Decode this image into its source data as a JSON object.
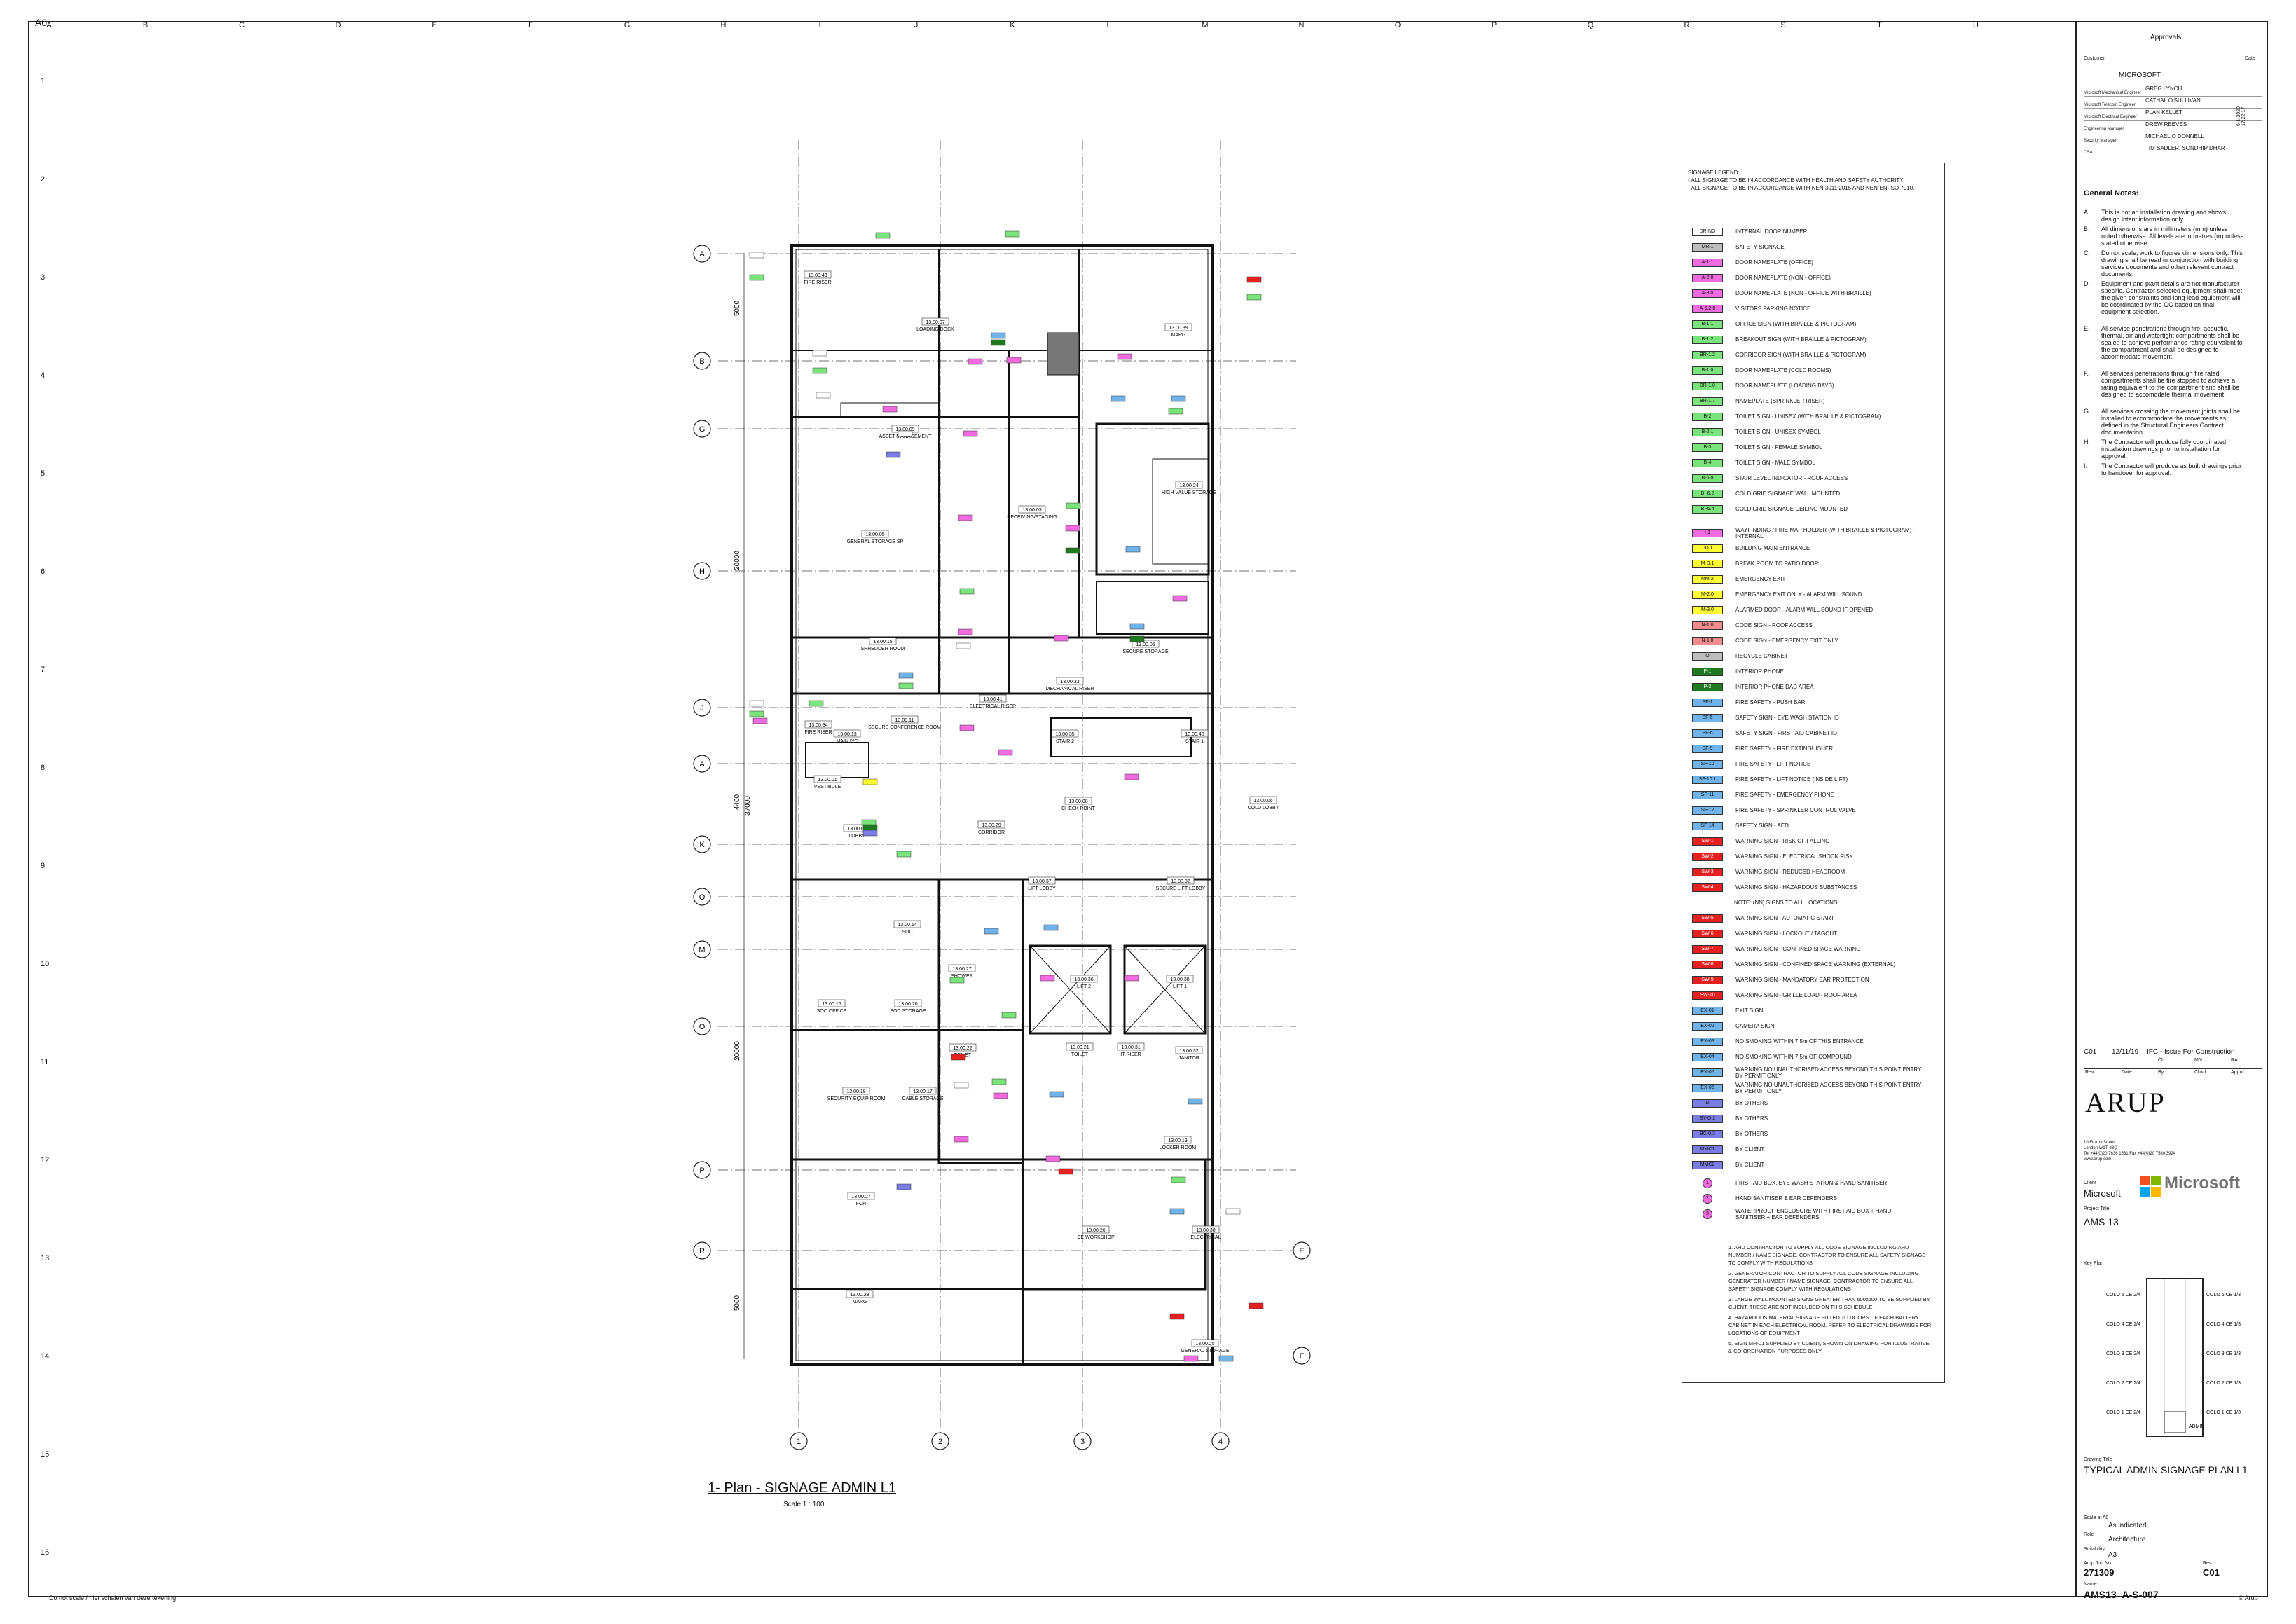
{
  "sheet": {
    "size": "A0",
    "col_labels": [
      "A",
      "B",
      "C",
      "D",
      "E",
      "F",
      "G",
      "H",
      "I",
      "J",
      "K",
      "L",
      "M",
      "N",
      "O",
      "P",
      "Q",
      "R",
      "S",
      "T",
      "U"
    ],
    "row_labels": [
      "1",
      "2",
      "3",
      "4",
      "5",
      "6",
      "7",
      "8",
      "9",
      "10",
      "11",
      "12",
      "13",
      "14",
      "15",
      "16"
    ],
    "footer_left": "Do not scale / niet schalen van deze tekening",
    "footer_right": "© Arup"
  },
  "plan": {
    "title": "1- Plan - SIGNAGE ADMIN L1",
    "scale": "Scale  1 : 100",
    "grid_rows_left": [
      "A",
      "B",
      "G",
      "H",
      "J",
      "A",
      "K",
      "O",
      "M",
      "O",
      "P",
      "R"
    ],
    "grid_rows_right": [
      "E",
      "F"
    ],
    "grid_cols": [
      "1",
      "2",
      "3",
      "4"
    ],
    "dims": [
      "5000",
      "20000",
      "4400",
      "37000",
      "20000",
      "5000"
    ],
    "rooms": [
      {
        "id": "13.00.43",
        "name": "FIRE RISER"
      },
      {
        "id": "13.00.07",
        "name": "LOADING DOCK"
      },
      {
        "id": "13.00.39",
        "name": "MARG"
      },
      {
        "id": "13.00.09",
        "name": "ASSET MANAGEMENT"
      },
      {
        "id": "13.00.24",
        "name": "HIGH VALUE STORAGE"
      },
      {
        "id": "13.00.03",
        "name": "RECEIVING/STAGING"
      },
      {
        "id": "13.00.05",
        "name": "GENERAL STORAGE SP"
      },
      {
        "id": "13.00.15",
        "name": "SHREDDER ROOM"
      },
      {
        "id": "13.00.05",
        "name": "SECURE STORAGE"
      },
      {
        "id": "13.00.33",
        "name": "MECHANICAL RISER"
      },
      {
        "id": "13.00.34",
        "name": "FIRE RISER"
      },
      {
        "id": "13.00.13",
        "name": "MAIN IYC"
      },
      {
        "id": "13.00.11",
        "name": "SECURE CONFERENCE ROOM"
      },
      {
        "id": "13.00.35",
        "name": "STAIR 2"
      },
      {
        "id": "13.00.40",
        "name": "STAIR 1"
      },
      {
        "id": "13.00.01",
        "name": "VESTIBULE"
      },
      {
        "id": "13.00.02",
        "name": "LOBBY"
      },
      {
        "id": "13.00.08",
        "name": "CHECK POINT"
      },
      {
        "id": "13.00.29",
        "name": "CORRIDOR"
      },
      {
        "id": "13.00.06",
        "name": "COLD LOBBY"
      },
      {
        "id": "13.00.37",
        "name": "LIFT LOBBY"
      },
      {
        "id": "13.00.32",
        "name": "SECURE LIFT LOBBY"
      },
      {
        "id": "13.00.14",
        "name": "SOC"
      },
      {
        "id": "13.00.27",
        "name": "SHOWER"
      },
      {
        "id": "13.00.16",
        "name": "SOC OFFICE"
      },
      {
        "id": "13.00.20",
        "name": "SOC STORAGE"
      },
      {
        "id": "13.00.36",
        "name": "LIFT 2"
      },
      {
        "id": "13.00.38",
        "name": "LIFT 1"
      },
      {
        "id": "13.00.22",
        "name": "TOILET"
      },
      {
        "id": "13.00.21",
        "name": "TOILET"
      },
      {
        "id": "13.00.31",
        "name": "IT RISER"
      },
      {
        "id": "13.00.32",
        "name": "JANITOR"
      },
      {
        "id": "13.00.18",
        "name": "SECURITY EQUIP ROOM"
      },
      {
        "id": "13.00.17",
        "name": "CABLE STORAGE"
      },
      {
        "id": "13.00.19",
        "name": "LOCKER ROOM"
      },
      {
        "id": "13.00.27",
        "name": "FCR"
      },
      {
        "id": "13.00.26",
        "name": "CE WORKSHOP"
      },
      {
        "id": "13.00.30",
        "name": "ELECTRICAL"
      },
      {
        "id": "13.00.28",
        "name": "MARG"
      },
      {
        "id": "13.00.25",
        "name": "GENERAL STORAGE"
      },
      {
        "id": "13.00.41",
        "name": "ELECTRICAL RISER"
      }
    ]
  },
  "legend": {
    "heading": "SIGNAGE LEGEND:",
    "notes": [
      "- ALL SIGNAGE TO BE IN ACCORDANCE WITH HEALTH AND SAFETY AUTHORITY",
      "- ALL SIGNAGE TO BE IN ACCORDANCE WITH NEN 3011:2015 AND NEN-EN-ISO 7010."
    ],
    "items": [
      {
        "code": "DR-NO",
        "label": "INTERNAL DOOR NUMBER",
        "color": "#ffffff"
      },
      {
        "code": "MR-1",
        "label": "SAFETY SIGNAGE",
        "color": "#bdbdbd"
      },
      {
        "code": "A-1.1",
        "label": "DOOR NAMEPLATE (OFFICE)",
        "color": "#f06be0"
      },
      {
        "code": "A-2.0",
        "label": "DOOR NAMEPLATE (NON - OFFICE)",
        "color": "#f06be0"
      },
      {
        "code": "A-3.0",
        "label": "DOOR NAMEPLATE (NON - OFFICE WITH BRAILLE)",
        "color": "#f06be0"
      },
      {
        "code": "A-5.2.0",
        "label": "VISITORS PARKING NOTICE",
        "color": "#f06be0"
      },
      {
        "code": "B-1.1",
        "label": "OFFICE SIGN (WITH BRAILLE & PICTOGRAM)",
        "color": "#7be37b"
      },
      {
        "code": "B-1.2",
        "label": "BREAKOUT SIGN (WITH BRAILLE & PICTOGRAM)",
        "color": "#7be37b"
      },
      {
        "code": "BR-1.2",
        "label": "CORRIDOR SIGN (WITH BRAILLE & PICTOGRAM)",
        "color": "#7be37b"
      },
      {
        "code": "B-1.0",
        "label": "DOOR NAMEPLATE (COLD ROOMS)",
        "color": "#7be37b"
      },
      {
        "code": "BR-1.0",
        "label": "DOOR NAMEPLATE (LOADING BAYS)",
        "color": "#7be37b"
      },
      {
        "code": "BR-1.7",
        "label": "NAMEPLATE (SPRINKLER RISER)",
        "color": "#7be37b"
      },
      {
        "code": "B-2",
        "label": "TOILET SIGN - UNISEX (WITH BRAILLE & PICTOGRAM)",
        "color": "#7be37b"
      },
      {
        "code": "B-2.1",
        "label": "TOILET SIGN - UNISEX SYMBOL",
        "color": "#7be37b"
      },
      {
        "code": "B-3",
        "label": "TOILET SIGN - FEMALE SYMBOL",
        "color": "#7be37b"
      },
      {
        "code": "B-4",
        "label": "TOILET SIGN - MALE SYMBOL",
        "color": "#7be37b"
      },
      {
        "code": "B-6.0",
        "label": "STAIR LEVEL INDICATOR - ROOF ACCESS",
        "color": "#7be37b"
      },
      {
        "code": "BI-6.2",
        "label": "COLD GRID SIGNAGE WALL MOUNTED",
        "color": "#7be37b"
      },
      {
        "code": "BI-6.4",
        "label": "COLD GRID SIGNAGE CEILING MOUNTED",
        "color": "#7be37b"
      },
      {
        "code": "I-1",
        "label": "WAYFINDING / FIRE MAP HOLDER (WITH BRAILLE & PICTOGRAM) - INTERNAL",
        "color": "#f06be0"
      },
      {
        "code": "I-D.1",
        "label": "BUILDING MAIN ENTRANCE",
        "color": "#ffff33"
      },
      {
        "code": "M-D.1",
        "label": "BREAK ROOM TO PATIO DOOR",
        "color": "#ffff33"
      },
      {
        "code": "MM-2",
        "label": "EMERGENCY EXIT",
        "color": "#ffff33"
      },
      {
        "code": "M-2.0",
        "label": "EMERGENCY EXIT ONLY - ALARM WILL SOUND",
        "color": "#ffff33"
      },
      {
        "code": "M-3.0",
        "label": "ALARMED DOOR - ALARM WILL SOUND IF OPENED",
        "color": "#ffff33"
      },
      {
        "code": "N-1.0",
        "label": "CODE SIGN - ROOF ACCESS",
        "color": "#f28b8b"
      },
      {
        "code": "N-1.0",
        "label": "CODE SIGN - EMERGENCY EXIT ONLY",
        "color": "#f28b8b"
      },
      {
        "code": "O",
        "label": "RECYCLE CABINET",
        "color": "#bdbdbd"
      },
      {
        "code": "P-1",
        "label": "INTERIOR PHONE",
        "color": "#1f7a1f"
      },
      {
        "code": "P-2",
        "label": "INTERIOR PHONE DAC AREA",
        "color": "#1f7a1f"
      },
      {
        "code": "SF-1",
        "label": "FIRE SAFETY - PUSH BAR",
        "color": "#6fb3ea"
      },
      {
        "code": "SF-5",
        "label": "SAFETY SIGN - EYE WASH STATION ID",
        "color": "#6fb3ea"
      },
      {
        "code": "SF-6",
        "label": "SAFETY SIGN - FIRST AID CABINET ID",
        "color": "#6fb3ea"
      },
      {
        "code": "SF-9",
        "label": "FIRE SAFETY - FIRE EXTINGUISHER",
        "color": "#6fb3ea"
      },
      {
        "code": "SF-10",
        "label": "FIRE SAFETY - LIFT NOTICE",
        "color": "#6fb3ea"
      },
      {
        "code": "SF-10.1",
        "label": "FIRE SAFETY - LIFT NOTICE (INSIDE LIFT)",
        "color": "#6fb3ea"
      },
      {
        "code": "SF-11",
        "label": "FIRE SAFETY - EMERGENCY PHONE",
        "color": "#6fb3ea"
      },
      {
        "code": "SF-12",
        "label": "FIRE SAFETY - SPRINKLER CONTROL VALVE",
        "color": "#6fb3ea"
      },
      {
        "code": "SF-14",
        "label": "SAFETY SIGN - AED",
        "color": "#6fb3ea"
      },
      {
        "code": "SW-1",
        "label": "WARNING SIGN - RISK OF FALLING",
        "color": "#e62020"
      },
      {
        "code": "SW-2",
        "label": "WARNING SIGN - ELECTRICAL SHOCK RISK",
        "color": "#e62020"
      },
      {
        "code": "SW-3",
        "label": "WARNING SIGN - REDUCED HEADROOM",
        "color": "#e62020"
      },
      {
        "code": "SW-4",
        "label": "WARNING SIGN - HAZARDOUS SUBSTANCES",
        "color": "#e62020"
      },
      {
        "code": "",
        "label": "NOTE: (NN) SIGNS TO ALL LOCATIONS",
        "color": ""
      },
      {
        "code": "SW-5",
        "label": "WARNING SIGN - AUTOMATIC START",
        "color": "#e62020"
      },
      {
        "code": "SW-6",
        "label": "WARNING SIGN - LOCKOUT / TAGOUT",
        "color": "#e62020"
      },
      {
        "code": "SW-7",
        "label": "WARNING SIGN - CONFINED SPACE WARNING",
        "color": "#e62020"
      },
      {
        "code": "SW-8",
        "label": "WARNING SIGN - CONFINED SPACE WARNING (EXTERNAL)",
        "color": "#e62020"
      },
      {
        "code": "SW-9",
        "label": "WARNING SIGN - MANDATORY EAR PROTECTION",
        "color": "#e62020"
      },
      {
        "code": "SW-10",
        "label": "WARNING SIGN - GRILLE LOAD - ROOF AREA",
        "color": "#e62020"
      },
      {
        "code": "EX-01",
        "label": "EXIT SIGN",
        "color": "#6fb3ea"
      },
      {
        "code": "EX-02",
        "label": "CAMERA SIGN",
        "color": "#6fb3ea"
      },
      {
        "code": "EX-03",
        "label": "NO SMOKING WITHIN 7.5m OF THIS ENTRANCE",
        "color": "#6fb3ea"
      },
      {
        "code": "EX-04",
        "label": "NO SMOKING WITHIN 7.5m OF COMPOUND",
        "color": "#6fb3ea"
      },
      {
        "code": "EX-05",
        "label": "WARNING NO UNAUTHORISED ACCESS BEYOND THIS POINT ENTRY BY PERMIT ONLY",
        "color": "#6fb3ea"
      },
      {
        "code": "EX-06",
        "label": "WARNING NO UNAUTHORISED ACCESS BEYOND THIS POINT ENTRY BY PERMIT ONLY",
        "color": "#6fb3ea"
      },
      {
        "code": "D",
        "label": "BY OTHERS",
        "color": "#7b7be6"
      },
      {
        "code": "BY-O.2",
        "label": "BY OTHERS",
        "color": "#7b7be6"
      },
      {
        "code": "BC-0.3",
        "label": "BY OTHERS",
        "color": "#7b7be6"
      },
      {
        "code": "MMC1",
        "label": "BY CLIENT",
        "color": "#7b7be6"
      },
      {
        "code": "MMC2",
        "label": "BY CLIENT",
        "color": "#7b7be6"
      }
    ],
    "circle_items": [
      {
        "code": "1",
        "label": "FIRST AID BOX, EYE WASH STATION & HAND SANITISER",
        "color": "#f06be0"
      },
      {
        "code": "2",
        "label": "HAND SANITISER & EAR DEFENDERS",
        "color": "#f06be0"
      },
      {
        "code": "3",
        "label": "WATERPROOF ENCLOSURE WITH FIRST AID BOX + HAND SANITISER + EAR DEFENDERS",
        "color": "#f06be0"
      }
    ],
    "footnotes": [
      "1. AHU CONTRACTOR TO SUPPLY ALL CODE SIGNAGE INCLUDING AHU NUMBER / NAME SIGNAGE. CONTRACTOR TO ENSURE ALL SAFETY SIGNAGE TO COMPLY WITH REGULATIONS",
      "2. GENERATOR CONTRACTOR TO SUPPLY ALL CODE SIGNAGE INCLUDING GENERATOR NUMBER / NAME SIGNAGE. CONTRACTOR TO ENSURE ALL SAFETY SIGNAGE COMPLY WITH REGULATIONS",
      "3. LARGE WALL MOUNTED SIGNS GREATER THAN 600x600 TO BE SUPPLIED BY CLIENT. THESE ARE NOT INCLUDED ON THIS SCHEDULE",
      "4. HAZARDOUS MATERIAL SIGNAGE FITTED TO DOORS OF EACH BATTERY CABINET IN EACH ELECTRICAL ROOM. REFER TO ELECTRICAL DRAWINGS FOR LOCATIONS OF EQUIPMENT",
      "5. SIGN MR-01 SUPPLIED BY CLIENT, SHOWN ON DRAWING FOR ILLUSTRATIVE & CO-ORDINATION PURPOSES ONLY."
    ]
  },
  "title_block": {
    "approvals": "Approvals",
    "customer_label": "Customer",
    "date_label": "Date",
    "customer": "MICROSOFT",
    "approvers": [
      {
        "role": "Microsoft Mechanical Engineer",
        "name": "GREG LYNCH"
      },
      {
        "role": "Microsoft Telecom Engineer",
        "name": "CATHAL O'SULLIVAN"
      },
      {
        "role": "Microsoft Electrical Engineer",
        "name": "PLAN KELLET"
      },
      {
        "role": "Engineering Manager",
        "name": "DREW REEVES"
      },
      {
        "role": "Security Manager",
        "name": "MICHAEL O DONNELL"
      },
      {
        "role": "CSA",
        "name": "TIM SADLER, SONDHIP DHAR"
      }
    ],
    "general_notes_title": "General Notes:",
    "general_notes": [
      {
        "k": "A.",
        "t": "This is not an installation drawing and shows design intent information only."
      },
      {
        "k": "B.",
        "t": "All dimensions are in millimeters (mm) unless noted otherwise. All levels are in metres (m) unless stated otherwise."
      },
      {
        "k": "C.",
        "t": "Do not scale; work to figures dimensions only. This drawing shall be read in conjunction with building services documents and other relevant contract documents."
      },
      {
        "k": "D.",
        "t": "Equipment and plant details are not manufacturer specific. Contractor selected equipment shall meet the given constraints and long lead equipment will be coordinated by the GC based on final equipment selection."
      },
      {
        "k": "E.",
        "t": "All service penetrations through fire, acoustic, thermal, air and watertight compartments shall be sealed to achieve performance rating equivalent to the compartment and shall be designed to accommodate movement."
      },
      {
        "k": "F.",
        "t": "All services penetrations through fire rated compartments shall be fire stopped to achieve a rating equivalent to the compartment and shall be designed to accomodate thermal movement."
      },
      {
        "k": "G.",
        "t": "All services crossing the movement joints shall be installed to accommodate the movements as defined in the Structural Engineers Contract documentation."
      },
      {
        "k": "H.",
        "t": "The Contractor will produce fully coordinated installation drawings prior to installation for approval."
      },
      {
        "k": "I.",
        "t": "The Contractor will produce as built drawings prior to handover for approval."
      }
    ],
    "revision": {
      "rev": "C01",
      "date": "12/11/19",
      "desc": "IFC - Issue For Construction"
    },
    "rev_headers": [
      "Rev",
      "Date",
      "By",
      "Chkd",
      "Apprd"
    ],
    "rev_sub": [
      "",
      "",
      "Ch",
      "MN",
      "RA"
    ],
    "arup": "ARUP",
    "arup_address": [
      "10 Fitzroy Street",
      "London W1T 4BQ",
      "Tel +44(0)20 7636 1531 Fax +44(0)20 7580 3924",
      "www.arup.com"
    ],
    "client_label": "Client",
    "client": "Microsoft",
    "ms_logo_text": "Microsoft",
    "ms_colors": [
      "#f25022",
      "#7fba00",
      "#00a4ef",
      "#ffb900"
    ],
    "project_label": "Project Title",
    "project": "AMS 13",
    "keyplan_label": "Key Plan",
    "keyplan_left": [
      "COLO 5 CE 2/4",
      "COLO 4 CE 2/4",
      "COLO 3 CE 2/4",
      "COLO 2 CE 2/4",
      "COLO 1 CE 2/4"
    ],
    "keyplan_right": [
      "COLO 5 CE 1/3",
      "COLO 4 CE 1/3",
      "COLO 3 CE 1/3",
      "COLO 2 CE 1/3",
      "COLO 1 CE 1/3"
    ],
    "keyplan_admin": "ADMIN",
    "drawing_title_label": "Drawing Title",
    "drawing_title": "TYPICAL ADMIN SIGNAGE PLAN L1",
    "scale_label": "Scale at A0",
    "scale": "As indicated",
    "role_label": "Role",
    "role": "Architecture",
    "suitability_label": "Suitability",
    "suitability": "A3",
    "job_label": "Arup Job No",
    "job": "271309",
    "rev_label": "Rev",
    "rev": "C01",
    "name_label": "Name",
    "name": "AMS13_A-S-007",
    "stamp": "6-1-2020 17:22:17"
  }
}
